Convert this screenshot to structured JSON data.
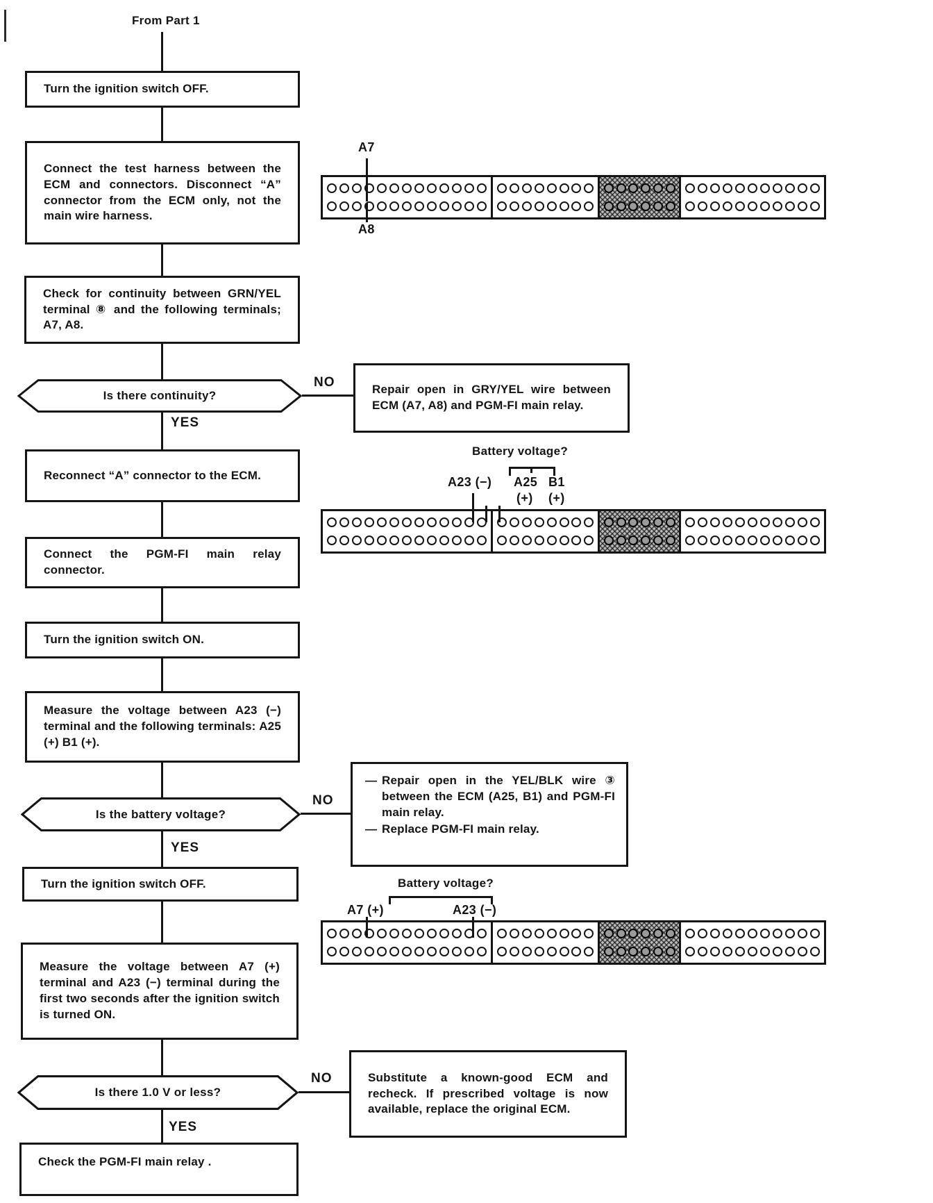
{
  "flow": {
    "source_label": "From Part 1",
    "branch_labels": {
      "yes": "YES",
      "no": "NO"
    },
    "steps": {
      "turn_off_1": "Turn the ignition switch OFF.",
      "connect_harness": "Connect the test harness between the ECM and connectors. Disconnect “A” connector from the ECM only, not the main wire harness.",
      "check_continuity": "Check for continuity between GRN/YEL terminal ⑧ and the following terminals; A7, A8.",
      "reconnect_a": "Reconnect “A” connector to the ECM.",
      "connect_relay": "Connect the PGM-FI main relay connector.",
      "turn_on": "Turn the ignition switch ON.",
      "measure_a23": "Measure the voltage between A23 (−) terminal and the following terminals: A25 (+) B1 (+).",
      "turn_off_2": "Turn the ignition switch OFF.",
      "measure_a7": "Measure the voltage between A7 (+) terminal and A23 (−) terminal during the first two seconds after the ignition switch is turned ON.",
      "check_relay": "Check the PGM-FI main relay ."
    },
    "decisions": {
      "continuity": "Is there continuity?",
      "battery_voltage": "Is the battery voltage?",
      "one_volt": "Is there 1.0 V or less?"
    },
    "actions": {
      "repair_gry_yel": "Repair open in GRY/YEL wire between ECM (A7, A8) and PGM-FI main relay.",
      "repair_yel_blk_items": [
        "Repair open in the YEL/BLK wire ③ between the ECM (A25, B1) and PGM-FI main relay.",
        "Replace PGM-FI main relay."
      ],
      "substitute_ecm": "Substitute a known-good ECM and recheck. If prescribed voltage is now available, replace the original ECM."
    }
  },
  "connectors": {
    "pin_rows": 2,
    "segments": [
      {
        "pins": 13,
        "shaded": false
      },
      {
        "pins": 8,
        "shaded": false
      },
      {
        "pins": 6,
        "shaded": true
      },
      {
        "pins": 11,
        "shaded": false
      }
    ],
    "strip1": {
      "top_label": "A7",
      "bottom_label": "A8"
    },
    "strip2": {
      "title": "Battery voltage?",
      "neg_label": "A23 (−)",
      "pos_label_a": "A25",
      "pos_label_b": "B1",
      "pos_sign_a": "(+)",
      "pos_sign_b": "(+)"
    },
    "strip3": {
      "title": "Battery voltage?",
      "left_label": "A7 (+)",
      "right_label": "A23 (−)"
    }
  },
  "colors": {
    "ink": "#141414",
    "paper": "#ffffff"
  }
}
